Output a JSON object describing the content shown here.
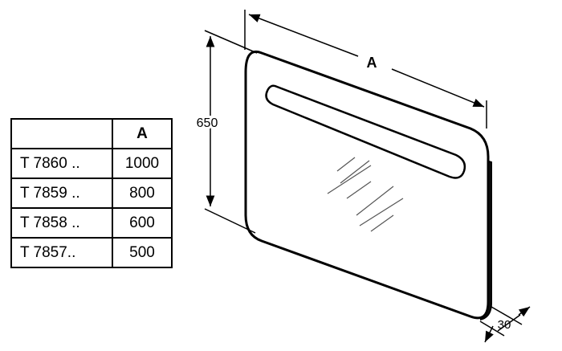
{
  "table": {
    "corner": "",
    "header": "A",
    "rows": [
      {
        "model": "T 7860 ..",
        "a": "1000"
      },
      {
        "model": "T 7859 ..",
        "a": "800"
      },
      {
        "model": "T 7858 ..",
        "a": "600"
      },
      {
        "model": "T 7857..",
        "a": "500"
      }
    ]
  },
  "drawing": {
    "width_label": "A",
    "height_label": "650",
    "depth_label": "30"
  }
}
